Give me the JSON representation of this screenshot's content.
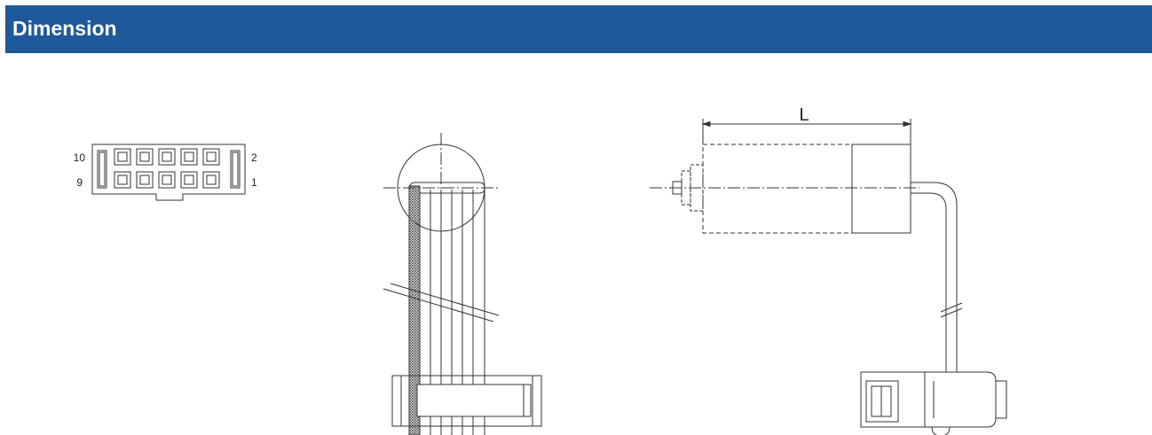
{
  "header": {
    "title": "Dimension",
    "background_color": "#1e5a9a"
  },
  "connector_pinout": {
    "pin_labels": {
      "top_left": "10",
      "bottom_left": "9",
      "top_right": "2",
      "bottom_right": "1"
    }
  },
  "motor_view": {
    "dimension_label": "L"
  }
}
